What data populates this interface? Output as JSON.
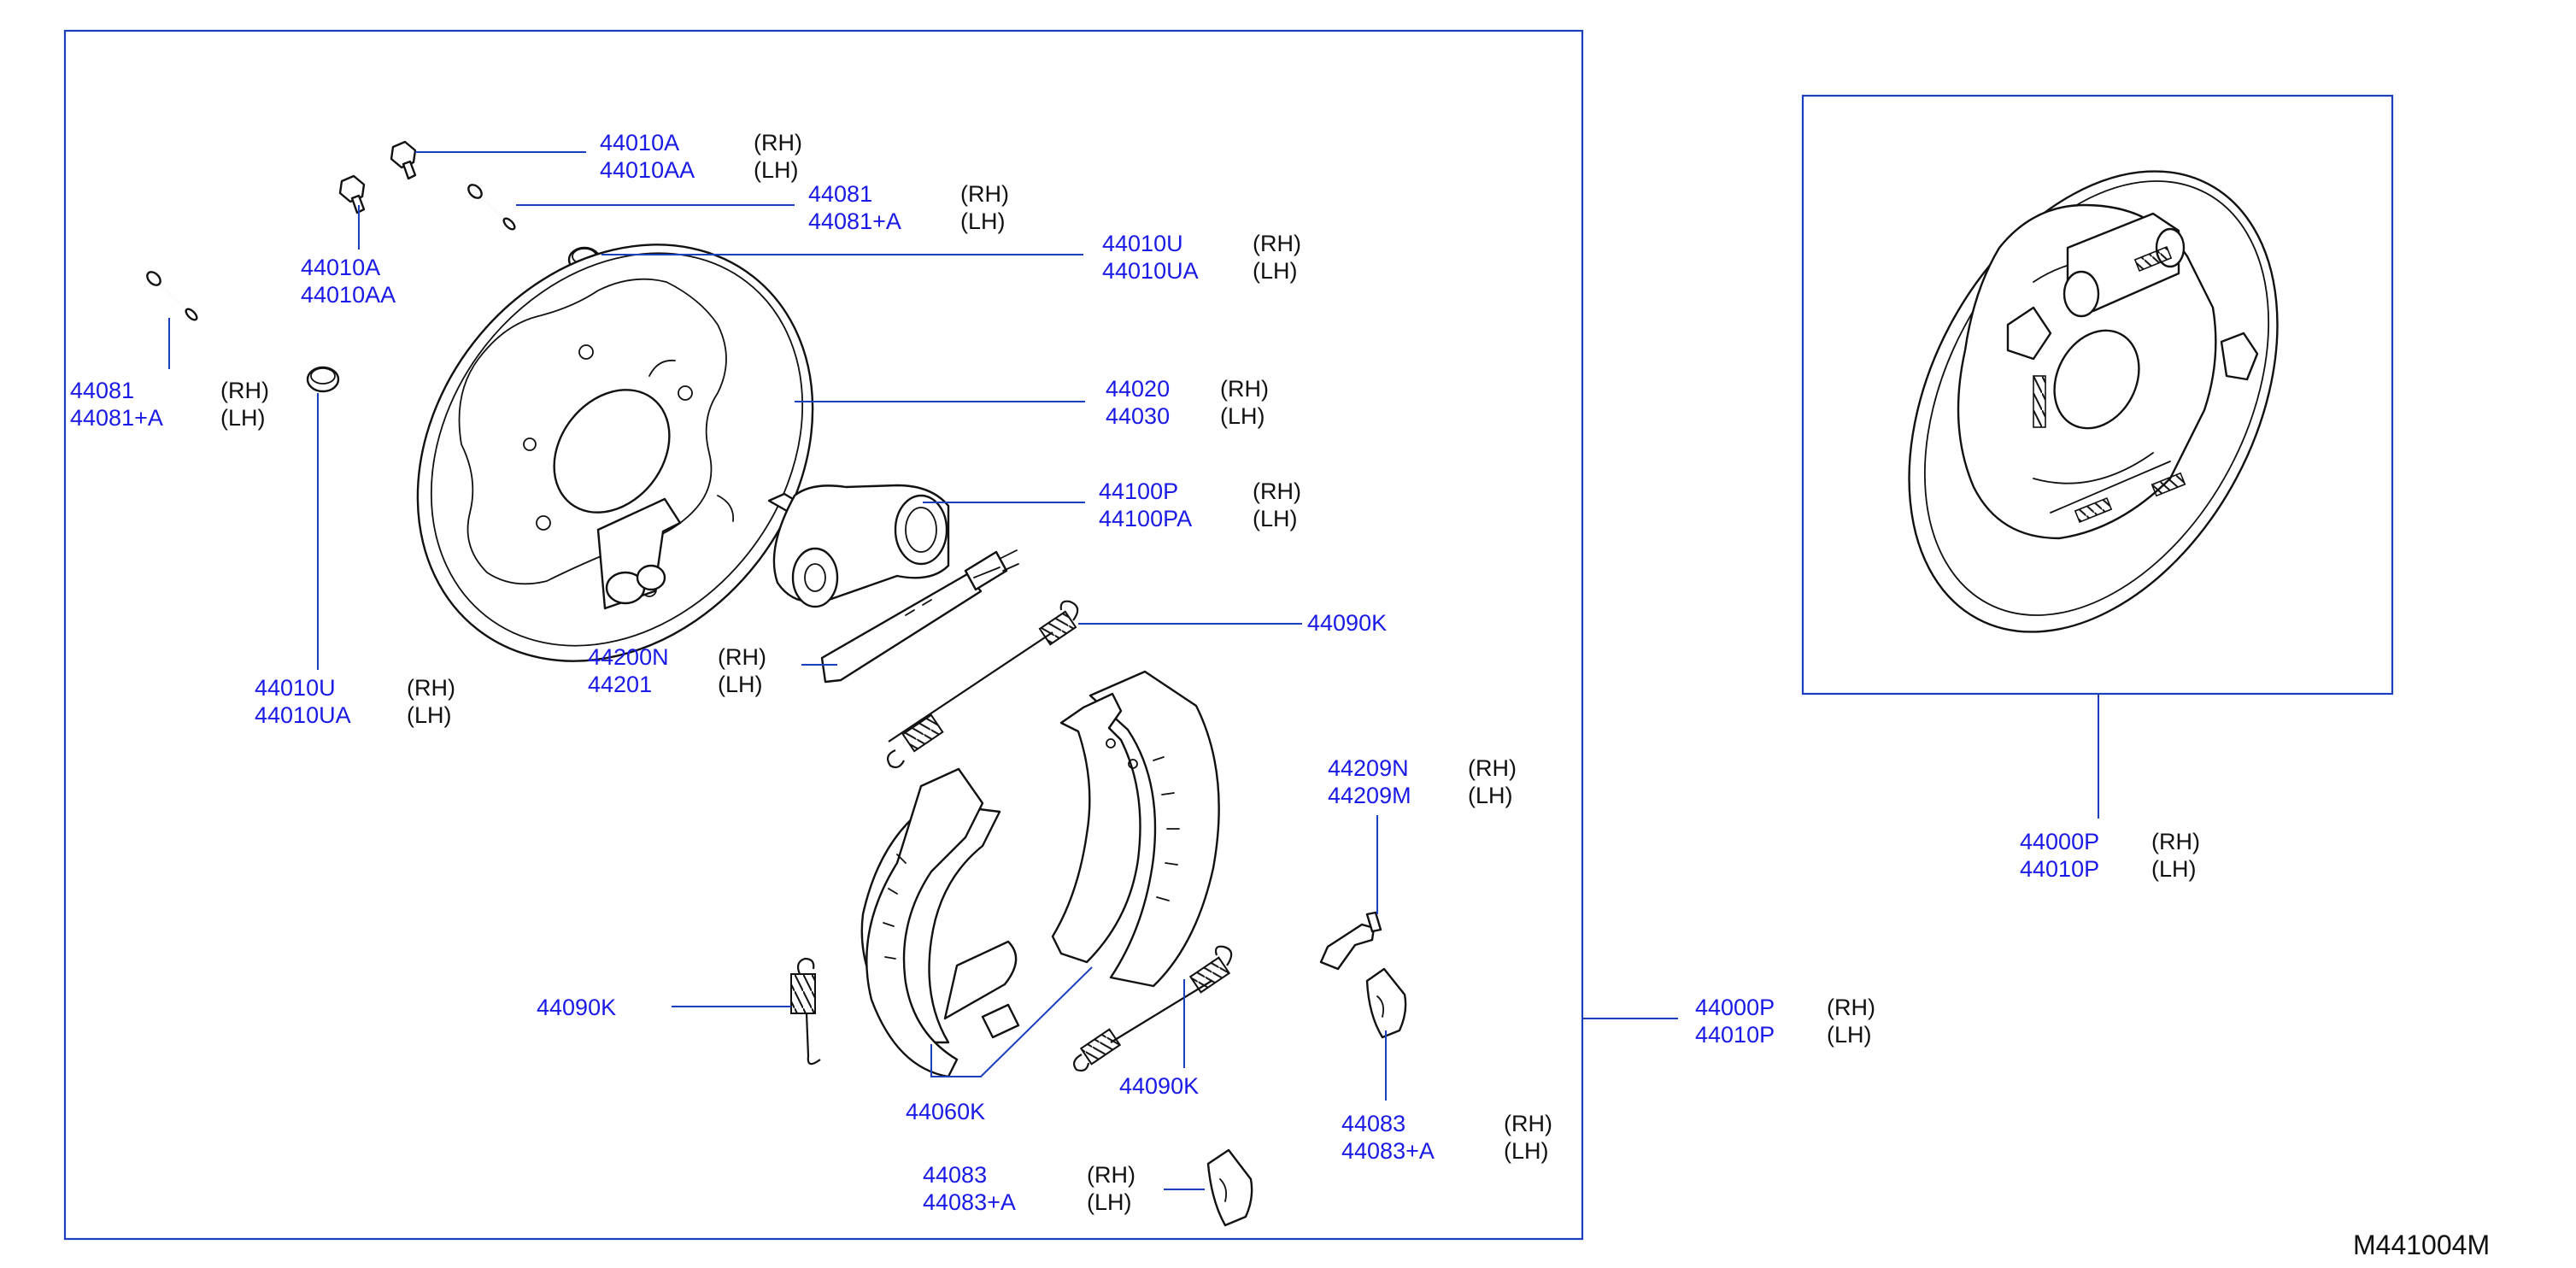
{
  "diagram_code": "M441004M",
  "callouts": {
    "c01": {
      "part_rh": "44010A",
      "part_lh": "44010AA",
      "side_rh": "(RH)",
      "side_lh": "(LH)"
    },
    "c02": {
      "part_rh": "44081",
      "part_lh": "44081+A",
      "side_rh": "(RH)",
      "side_lh": "(LH)"
    },
    "c03": {
      "part_rh": "44010U",
      "part_lh": "44010UA",
      "side_rh": "(RH)",
      "side_lh": "(LH)"
    },
    "c04": {
      "part_rh": "44010A",
      "part_lh": "44010AA"
    },
    "c05": {
      "part_rh": "44081",
      "part_lh": "44081+A",
      "side_rh": "(RH)",
      "side_lh": "(LH)"
    },
    "c06": {
      "part_rh": "44020",
      "part_lh": "44030",
      "side_rh": "(RH)",
      "side_lh": "(LH)"
    },
    "c07": {
      "part_rh": "44100P",
      "part_lh": "44100PA",
      "side_rh": "(RH)",
      "side_lh": "(LH)"
    },
    "c08": {
      "part": "44090K"
    },
    "c09": {
      "part_rh": "44200N",
      "part_lh": "44201",
      "side_rh": "(RH)",
      "side_lh": "(LH)"
    },
    "c10": {
      "part_rh": "44010U",
      "part_lh": "44010UA",
      "side_rh": "(RH)",
      "side_lh": "(LH)"
    },
    "c11": {
      "part_rh": "44209N",
      "part_lh": "44209M",
      "side_rh": "(RH)",
      "side_lh": "(LH)"
    },
    "c12": {
      "part": "44090K"
    },
    "c13": {
      "part_rh": "44000P",
      "part_lh": "44010P",
      "side_rh": "(RH)",
      "side_lh": "(LH)"
    },
    "c14": {
      "part": "44060K"
    },
    "c15": {
      "part": "44090K"
    },
    "c16": {
      "part_rh": "44083",
      "part_lh": "44083+A",
      "side_rh": "(RH)",
      "side_lh": "(LH)"
    },
    "c17": {
      "part_rh": "44083",
      "part_lh": "44083+A",
      "side_rh": "(RH)",
      "side_lh": "(LH)"
    },
    "c18": {
      "part_rh": "44000P",
      "part_lh": "44010P",
      "side_rh": "(RH)",
      "side_lh": "(LH)"
    }
  }
}
